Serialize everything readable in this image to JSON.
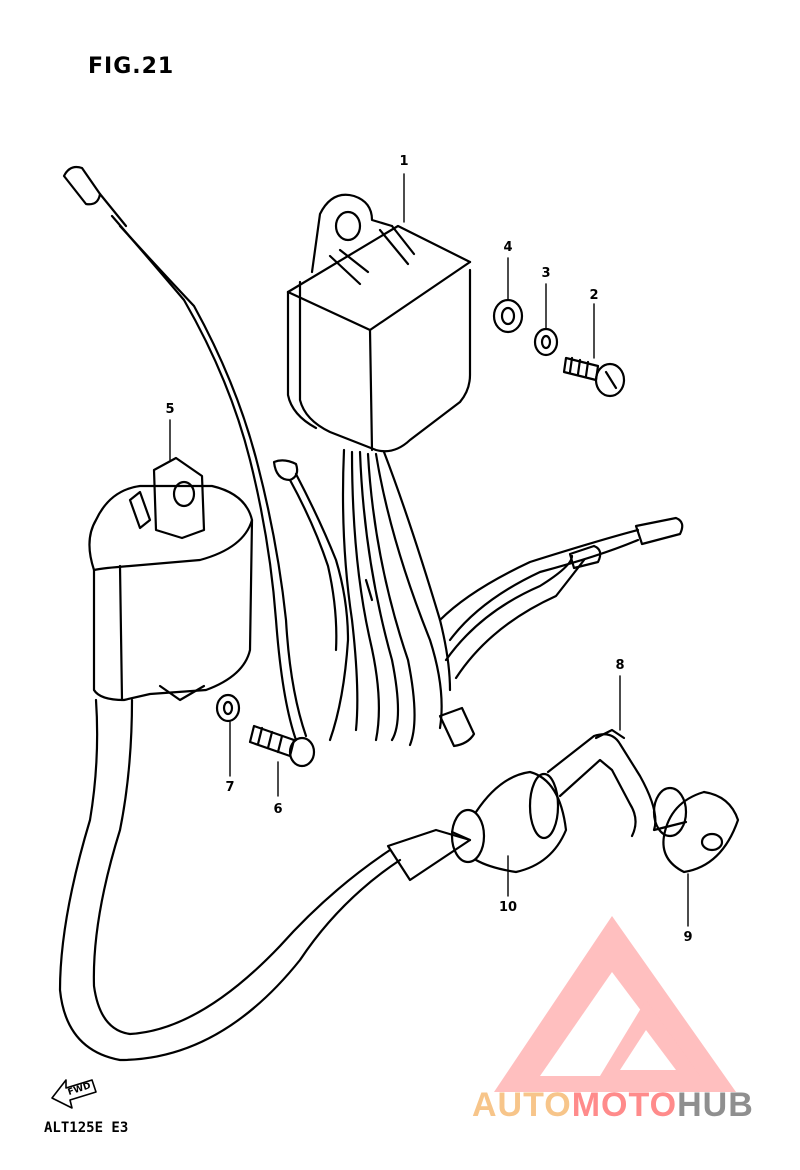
{
  "figure": {
    "title": "FIG.21",
    "model_code": "ALT125E E3",
    "forward_label": "FWD"
  },
  "callouts": [
    {
      "id": "1",
      "label": "1"
    },
    {
      "id": "2",
      "label": "2"
    },
    {
      "id": "3",
      "label": "3"
    },
    {
      "id": "4",
      "label": "4"
    },
    {
      "id": "5",
      "label": "5"
    },
    {
      "id": "6",
      "label": "6"
    },
    {
      "id": "7",
      "label": "7"
    },
    {
      "id": "8",
      "label": "8"
    },
    {
      "id": "9",
      "label": "9"
    },
    {
      "id": "10",
      "label": "10"
    }
  ],
  "watermark": {
    "part1": "AUTO",
    "part2": "MOTO",
    "part3": "HUB",
    "colors": {
      "auto": "#f7c58a",
      "moto": "#ff8b8b",
      "hub": "#8f8f8f",
      "logo": "#ff8b8b"
    }
  }
}
